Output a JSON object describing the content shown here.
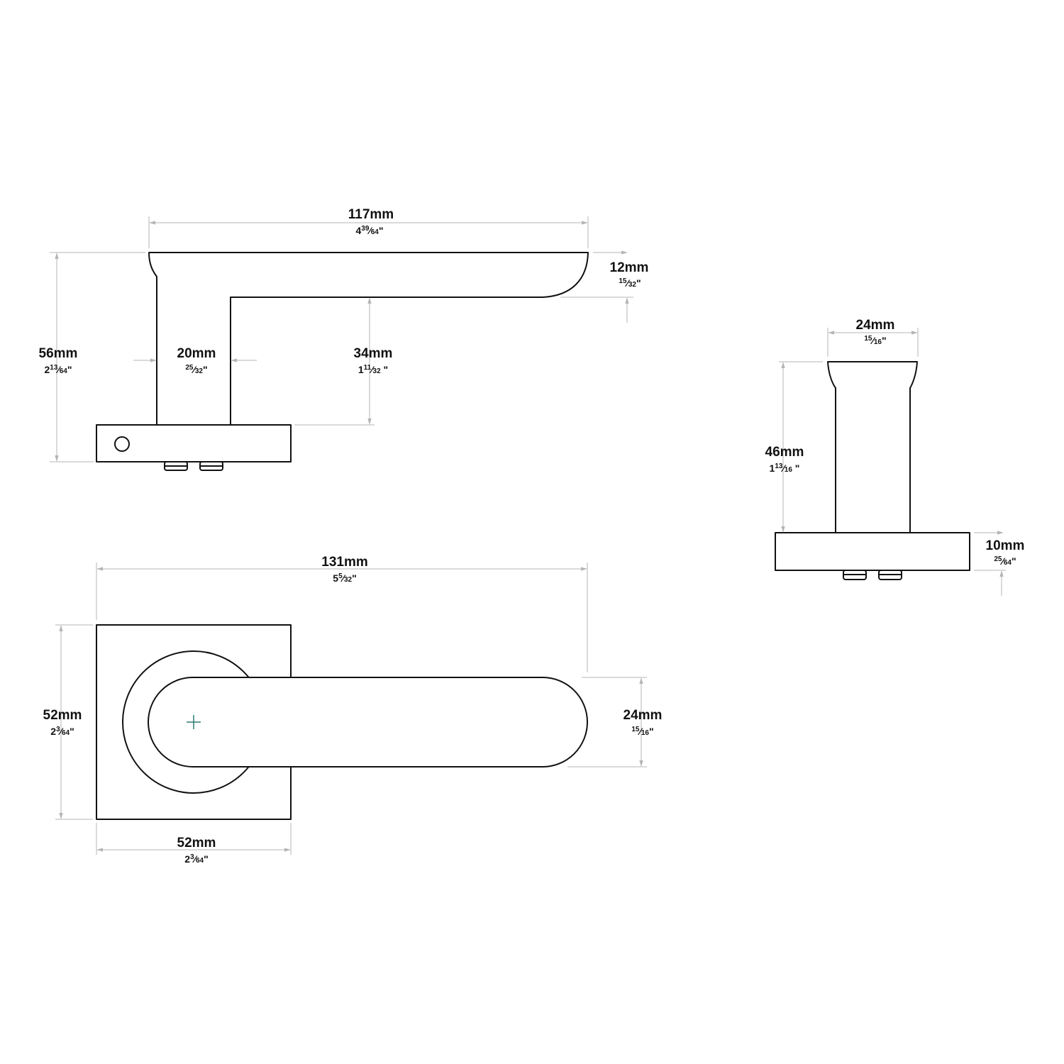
{
  "colors": {
    "outline": "#111111",
    "dimension_line": "#b5b5b5",
    "center_mark": "#2f7a74",
    "background": "#ffffff"
  },
  "dimensions": {
    "side_length": {
      "mm": "117mm",
      "in_whole": "4",
      "in_num": "39",
      "in_den": "64",
      "in_mark": "\""
    },
    "side_height": {
      "mm": "56mm",
      "in_whole": "2",
      "in_num": "13",
      "in_den": "64",
      "in_mark": "\""
    },
    "lever_thickness": {
      "mm": "12mm",
      "in_whole": "",
      "in_num": "15",
      "in_den": "32",
      "in_mark": "\""
    },
    "neck_width": {
      "mm": "20mm",
      "in_whole": "",
      "in_num": "25",
      "in_den": "32",
      "in_mark": "\""
    },
    "lever_clearance": {
      "mm": "34mm",
      "in_whole": "1",
      "in_num": "11",
      "in_den": "32",
      "in_mark": " \""
    },
    "end_width": {
      "mm": "24mm",
      "in_whole": "",
      "in_num": "15",
      "in_den": "16",
      "in_mark": "\""
    },
    "end_height": {
      "mm": "46mm",
      "in_whole": "1",
      "in_num": "13",
      "in_den": "16",
      "in_mark": " \""
    },
    "rose_thickness": {
      "mm": "10mm",
      "in_whole": "",
      "in_num": "25",
      "in_den": "64",
      "in_mark": "\""
    },
    "plan_length": {
      "mm": "131mm",
      "in_whole": "5",
      "in_num": "5",
      "in_den": "32",
      "in_mark": "\""
    },
    "rose_height": {
      "mm": "52mm",
      "in_whole": "2",
      "in_num": "3",
      "in_den": "64",
      "in_mark": "\""
    },
    "lever_width": {
      "mm": "24mm",
      "in_whole": "",
      "in_num": "15",
      "in_den": "16",
      "in_mark": "\""
    },
    "rose_width": {
      "mm": "52mm",
      "in_whole": "2",
      "in_num": "3",
      "in_den": "64",
      "in_mark": "\""
    }
  }
}
